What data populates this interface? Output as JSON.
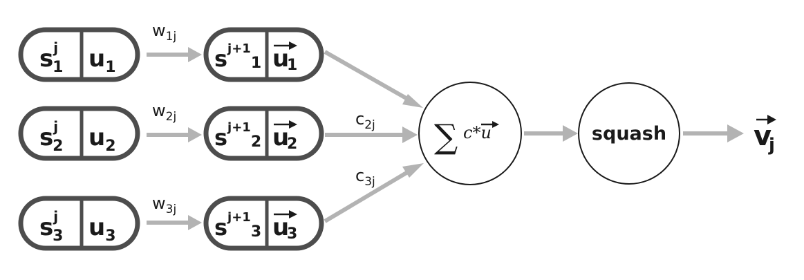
{
  "rows": [
    {
      "left_cell": {
        "s_base": "s",
        "s_sup": "j",
        "s_sub": "1",
        "u_base": "u",
        "u_sub": "1"
      },
      "weight": {
        "base": "w",
        "sub": "1j"
      },
      "right_cell": {
        "s_base": "s",
        "s_sup": "j+1",
        "s_sub": "1",
        "u_base": "u",
        "u_sub": "1"
      },
      "coupling": {
        "base": "",
        "sub": ""
      }
    },
    {
      "left_cell": {
        "s_base": "s",
        "s_sup": "j",
        "s_sub": "2",
        "u_base": "u",
        "u_sub": "2"
      },
      "weight": {
        "base": "w",
        "sub": "2j"
      },
      "right_cell": {
        "s_base": "s",
        "s_sup": "j+1",
        "s_sub": "2",
        "u_base": "u",
        "u_sub": "2"
      },
      "coupling": {
        "base": "c",
        "sub": "2j"
      }
    },
    {
      "left_cell": {
        "s_base": "s",
        "s_sup": "j",
        "s_sub": "3",
        "u_base": "u",
        "u_sub": "3"
      },
      "weight": {
        "base": "w",
        "sub": "3j"
      },
      "right_cell": {
        "s_base": "s",
        "s_sup": "j+1",
        "s_sub": "3",
        "u_base": "u",
        "u_sub": "3"
      },
      "coupling": {
        "base": "c",
        "sub": "3j"
      }
    }
  ],
  "sum_node": {
    "sigma": "∑",
    "term": "c*u"
  },
  "squash_node": {
    "label": "squash"
  },
  "output": {
    "base": "v",
    "sub": "j"
  },
  "colors": {
    "arrow": "#b3b3b3",
    "box_stroke": "#4d4d4d",
    "text": "#1a1a1a"
  }
}
